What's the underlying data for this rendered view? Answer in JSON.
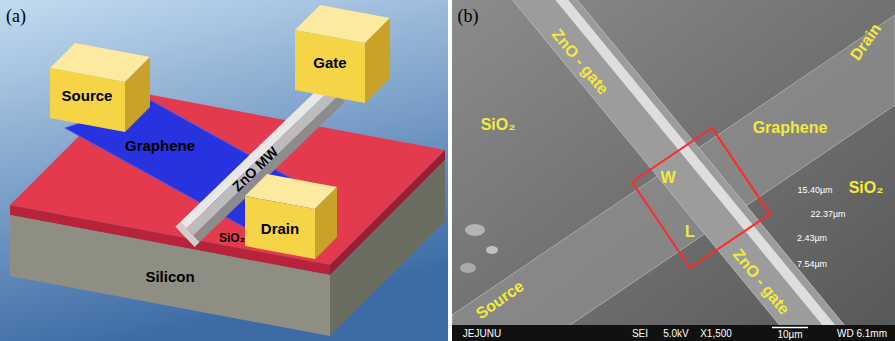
{
  "diagram": {
    "labels": [
      "(a)",
      "Source",
      "Gate",
      "Graphene",
      "ZnO MW",
      "Drain",
      "SiO₂",
      "Silicon",
      "(b)",
      "ZnO - gate",
      "Drain",
      "SiO₂",
      "Graphene",
      "W",
      "L",
      "15.40µm",
      "22.37µm",
      "2.43µm",
      "7.54µm",
      "SiO₂",
      "Source",
      "ZnO - gate",
      "JEJUNU",
      "SEI",
      "5.0kV",
      "X1,500",
      "10µm",
      "WD 6.1mm"
    ]
  }
}
